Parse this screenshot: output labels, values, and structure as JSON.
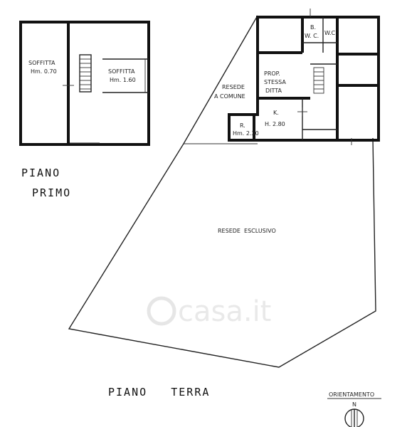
{
  "first_floor": {
    "title_line1": "PIANO",
    "title_line2": "PRIMO",
    "room_left_name": "SOFFITTA",
    "room_left_height": "Hm. 0.70",
    "room_right_name": "SOFFITTA",
    "room_right_height": "Hm. 1.60"
  },
  "ground_floor": {
    "title": "PIANO   TERRA",
    "bath_1_line1": "B.",
    "bath_1_line2": "W. C.",
    "bath_2": "W.C.",
    "shared_courtyard_line1": "RESEDE",
    "shared_courtyard_line2": "A COMUNE",
    "same_owner_line1": "PROP.",
    "same_owner_line2": "STESSA",
    "same_owner_line3": "DITTA",
    "closet_name": "R.",
    "closet_height": "Hm. 2.30",
    "kitchen_name": "K.",
    "kitchen_height": "H. 2.80",
    "exclusive_courtyard": "RESEDE  ESCLUSIVO"
  },
  "orientation": {
    "label": "ORIENTAMENTO",
    "north": "N"
  },
  "watermark": "casa.it"
}
